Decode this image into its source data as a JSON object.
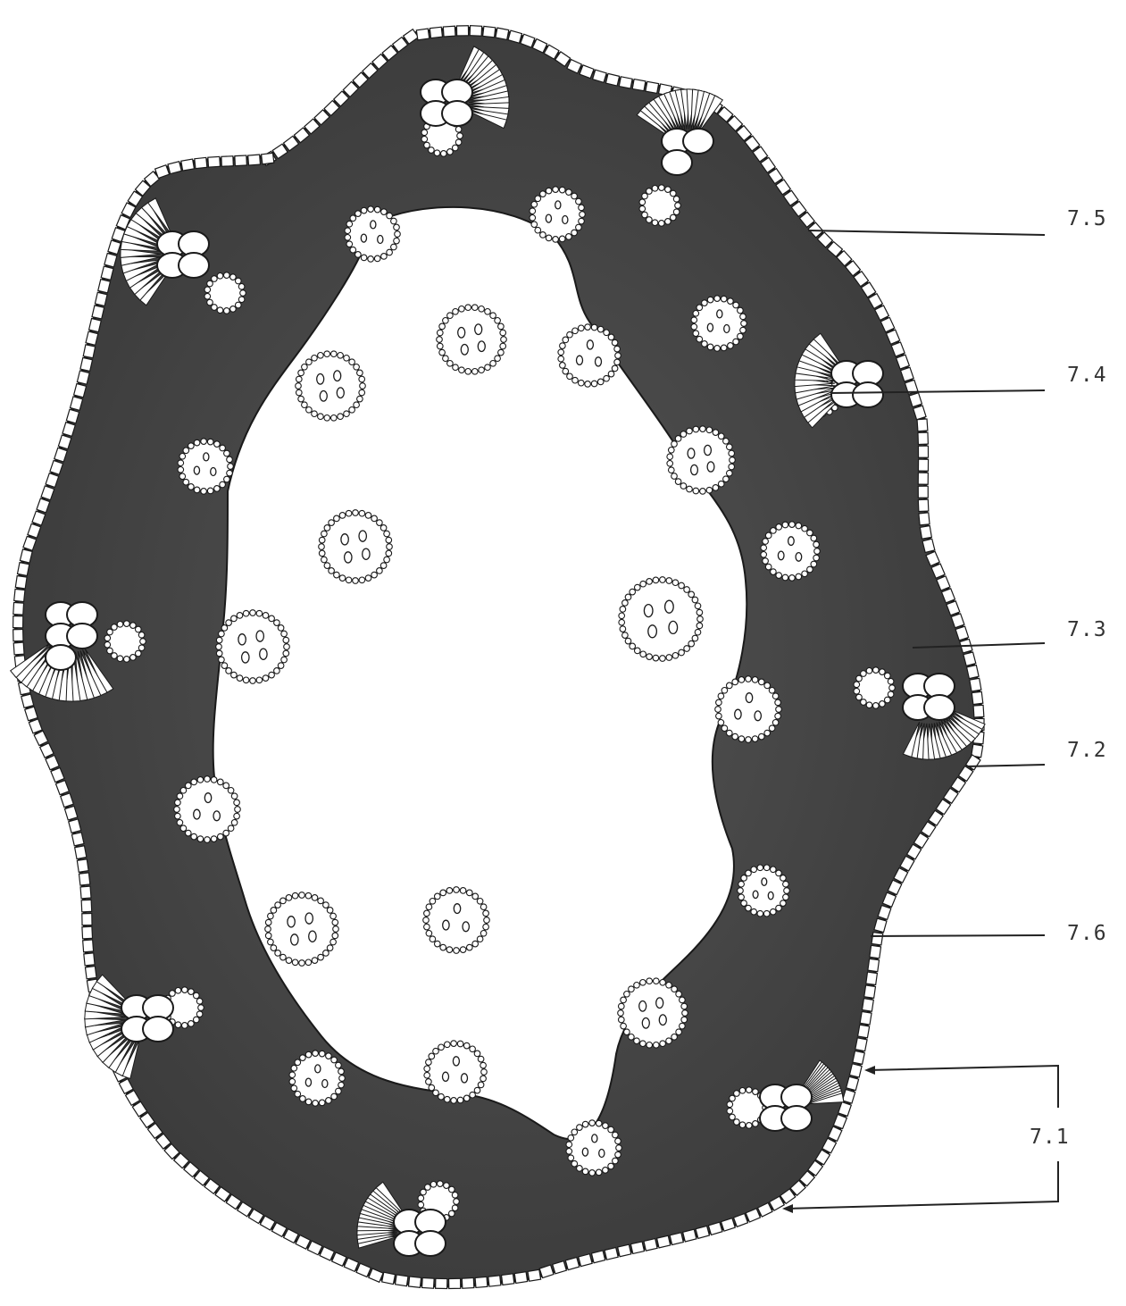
{
  "figure": {
    "colors": {
      "background": "#ffffff",
      "ground_tissue": "#3d3d3d",
      "ink": "#1a1a1a",
      "cells": "#ffffff",
      "label_text": "#333333"
    },
    "labels": [
      {
        "id": "7.5",
        "text": "7.5"
      },
      {
        "id": "7.4",
        "text": "7.4"
      },
      {
        "id": "7.3",
        "text": "7.3"
      },
      {
        "id": "7.2",
        "text": "7.2"
      },
      {
        "id": "7.6",
        "text": "7.6"
      },
      {
        "id": "7.1",
        "text": "7.1"
      }
    ]
  }
}
